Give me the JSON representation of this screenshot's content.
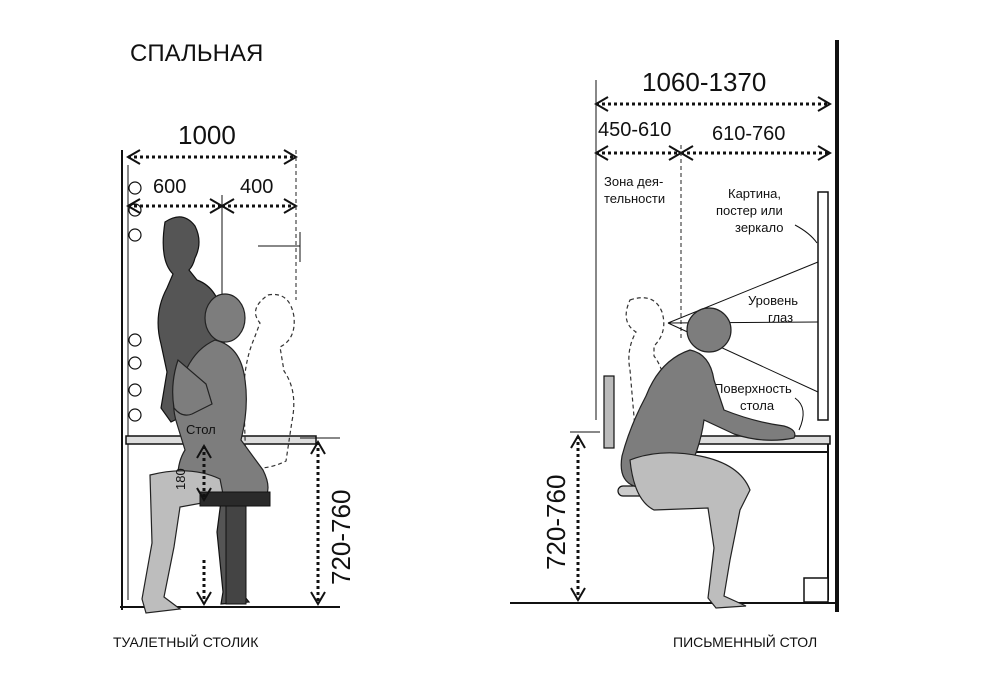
{
  "room_title": "СПАЛЬНАЯ",
  "left": {
    "caption": "ТУАЛЕТНЫЙ СТОЛИК",
    "dim_total": "1000",
    "dim_a": "600",
    "dim_b": "400",
    "table_label": "Стол",
    "dim_gap": "180",
    "dim_height": "720-760"
  },
  "right": {
    "caption": "ПИСЬМЕННЫЙ СТОЛ",
    "dim_total": "1060-1370",
    "dim_a": "450-610",
    "dim_b": "610-760",
    "zone_label_1": "Зона дея-",
    "zone_label_2": "тельности",
    "picture_label_1": "Картина,",
    "picture_label_2": "постер или",
    "picture_label_3": "зеркало",
    "eye_label_1": "Уровень",
    "eye_label_2": "глаз",
    "surface_label_1": "Поверхность",
    "surface_label_2": "стола",
    "dim_height": "720-760"
  }
}
